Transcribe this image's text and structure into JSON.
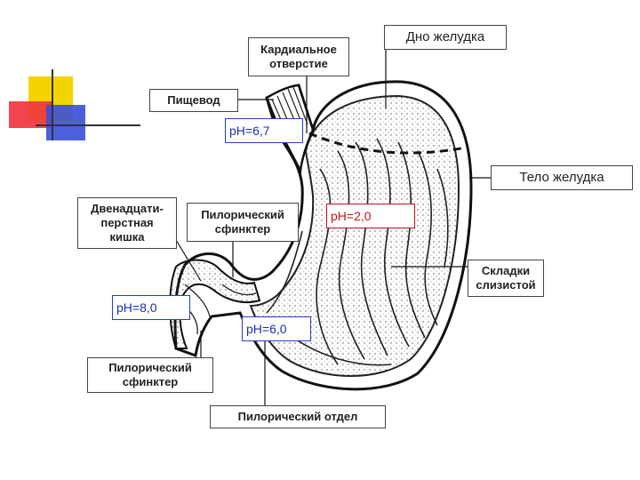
{
  "labels": {
    "cardiac_opening": [
      "Кардиальное",
      "отверстие"
    ],
    "fundus": "Дно желудка",
    "esophagus": "Пищевод",
    "body": "Тело желудка",
    "duodenum": [
      "Двенадцати-",
      "перстная",
      "кишка"
    ],
    "pyloric_sphincter_top": [
      "Пилорический",
      "сфинктер"
    ],
    "mucosal_folds": [
      "Складки",
      "слизистой"
    ],
    "pyloric_sphincter_bottom": [
      "Пилорический",
      "сфинктер"
    ],
    "pyloric_part": "Пилорический отдел"
  },
  "ph": {
    "esophagus": "pH=6,7",
    "body": "pH=2,0",
    "duodenum": "pH=8,0",
    "pylorus": "pH=6,0"
  },
  "colors": {
    "deco_yellow": "#f5d300",
    "deco_red": "#f0323c",
    "deco_blue": "#3a4fd8",
    "ph_blue": "#1a2fb0",
    "ph_red": "#c0121a"
  }
}
